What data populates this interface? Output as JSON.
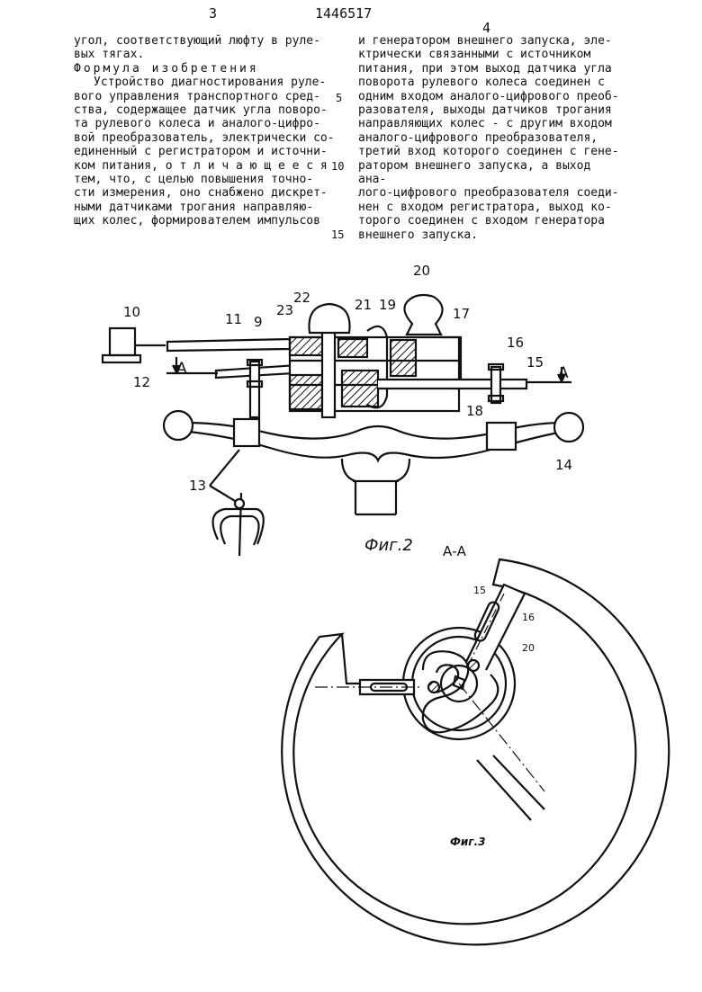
{
  "header": {
    "page_left": "3",
    "patent_number": "1446517",
    "page_right": "4"
  },
  "left_column": {
    "line1": "угол, соответствующий люфту в руле-",
    "line2": "вых тягах.",
    "claim_heading": "Формула изобретения",
    "lines": [
      "Устройство диагностирования руле-",
      "вого управления транспортного сред-",
      "ства, содержащее датчик угла поворо-",
      "та рулевого колеса и аналого-цифро-",
      "вой преобразователь, электрически со-",
      "единенный с регистратором и источни-",
      "ком питания, о т л и ч а ю щ е е с я",
      "тем, что, с целью повышения точно-",
      "сти измерения, оно снабжено дискрет-",
      "ными датчиками трогания направляю-",
      "щих колес, формирователем импульсов"
    ]
  },
  "line_numbers": [
    "5",
    "10",
    "15"
  ],
  "right_column": {
    "lines": [
      "и генератором внешнего запуска, эле-",
      "ктрически связанными с источником",
      "питания, при этом выход датчика угла",
      "поворота рулевого колеса соединен с",
      "одним входом аналого-цифрового преоб-",
      "разователя, выходы датчиков трогания",
      "направляющих колес - с другим входом",
      "аналого-цифрового преобразователя,",
      "третий вход которого соединен с гене-",
      "ратором внешнего запуска, а выход ана-",
      "лого-цифрового преобразователя соеди-",
      "нен с входом регистратора, выход ко-",
      "торого соединен с входом генератора",
      "внешнего запуска."
    ]
  },
  "figure2": {
    "caption": "Фиг.2",
    "labels": {
      "l9": "9",
      "l10": "10",
      "l11": "11",
      "l12": "12",
      "l13": "13",
      "l14": "14",
      "l15": "15",
      "l16": "16",
      "l17": "17",
      "l18": "18",
      "l19": "19",
      "l20": "20",
      "l21": "21",
      "l22": "22",
      "l23": "23",
      "sectionA_left": "A",
      "sectionA_right": "A"
    }
  },
  "figure3": {
    "caption": "Фиг.3",
    "section_title": "А-А",
    "labels": {
      "l15": "15",
      "l16": "16",
      "l20": "20"
    }
  }
}
